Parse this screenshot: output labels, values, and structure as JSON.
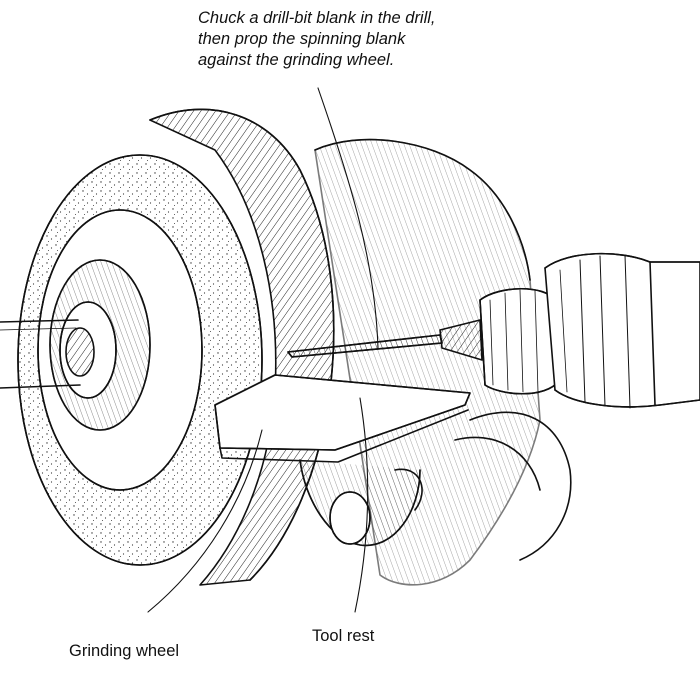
{
  "caption": {
    "lines": [
      "Chuck a drill-bit blank in the drill,",
      "then prop the spinning blank",
      "against the grinding wheel."
    ]
  },
  "labels": {
    "grinding_wheel": "Grinding wheel",
    "tool_rest": "Tool rest"
  },
  "colors": {
    "ink": "#111111",
    "paper": "#ffffff"
  }
}
